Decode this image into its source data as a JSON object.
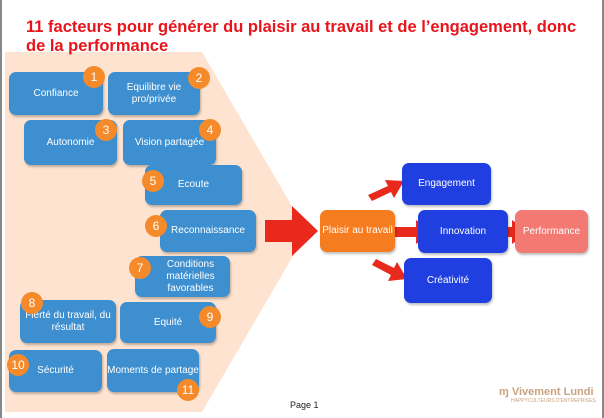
{
  "title": "11 facteurs pour générer du plaisir au  travail et de l’engagement, donc de la performance",
  "factors": [
    {
      "n": "1",
      "label": "Confiance"
    },
    {
      "n": "2",
      "label": "Equilibre vie pro/privée"
    },
    {
      "n": "3",
      "label": "Autonomie"
    },
    {
      "n": "4",
      "label": "Vision partagée"
    },
    {
      "n": "5",
      "label": "Ecoute"
    },
    {
      "n": "6",
      "label": "Reconnaissance"
    },
    {
      "n": "7",
      "label": "Conditions matérielles favorables"
    },
    {
      "n": "8",
      "label": "Fierté du travail, du résultat"
    },
    {
      "n": "9",
      "label": "Equité"
    },
    {
      "n": "10",
      "label": "Sécurité"
    },
    {
      "n": "11",
      "label": "Moments de partage"
    }
  ],
  "center": "Plaisir au travail",
  "outcomes": {
    "engagement": "Engagement",
    "innovation": "Innovation",
    "creativite": "Créativité",
    "performance": "Performance"
  },
  "footer": {
    "page": "Page 1",
    "logo": "Vivement Lundi",
    "logo_sub": "HAPPYCULTEURS D'ENTREPRISES"
  },
  "colors": {
    "title": "#e8141b",
    "factor": "#3d8fd0",
    "badge": "#f58a2b",
    "outcome": "#1f3fe0",
    "center": "#f57c1f",
    "performance": "#f27a72",
    "arrow": "#e8291c",
    "background_shape": "#fde3d0"
  }
}
